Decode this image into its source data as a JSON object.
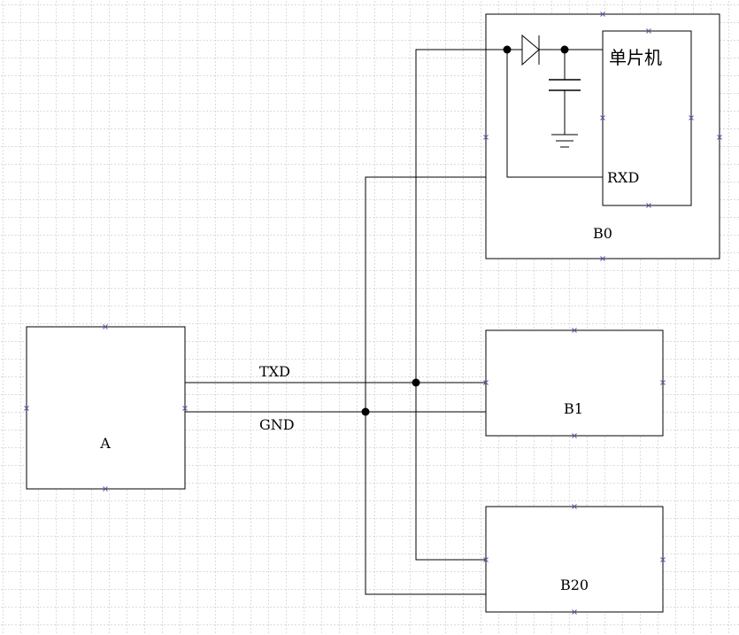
{
  "colors": {
    "background": "#ffffff",
    "grid": "#b8b8b8",
    "line": "#000000",
    "port_marker": "#5a5aa8"
  },
  "blocks": {
    "a": {
      "label": "A"
    },
    "b0": {
      "label": "B0",
      "mcu_label": "单片机",
      "rxd_label": "RXD"
    },
    "b1": {
      "label": "B1"
    },
    "b20": {
      "label": "B20"
    }
  },
  "wires": {
    "txd_label": "TXD",
    "gnd_label": "GND"
  },
  "icons": [
    "diode-icon",
    "capacitor-icon",
    "ground-icon",
    "junction-dot-icon",
    "port-marker-icon"
  ]
}
